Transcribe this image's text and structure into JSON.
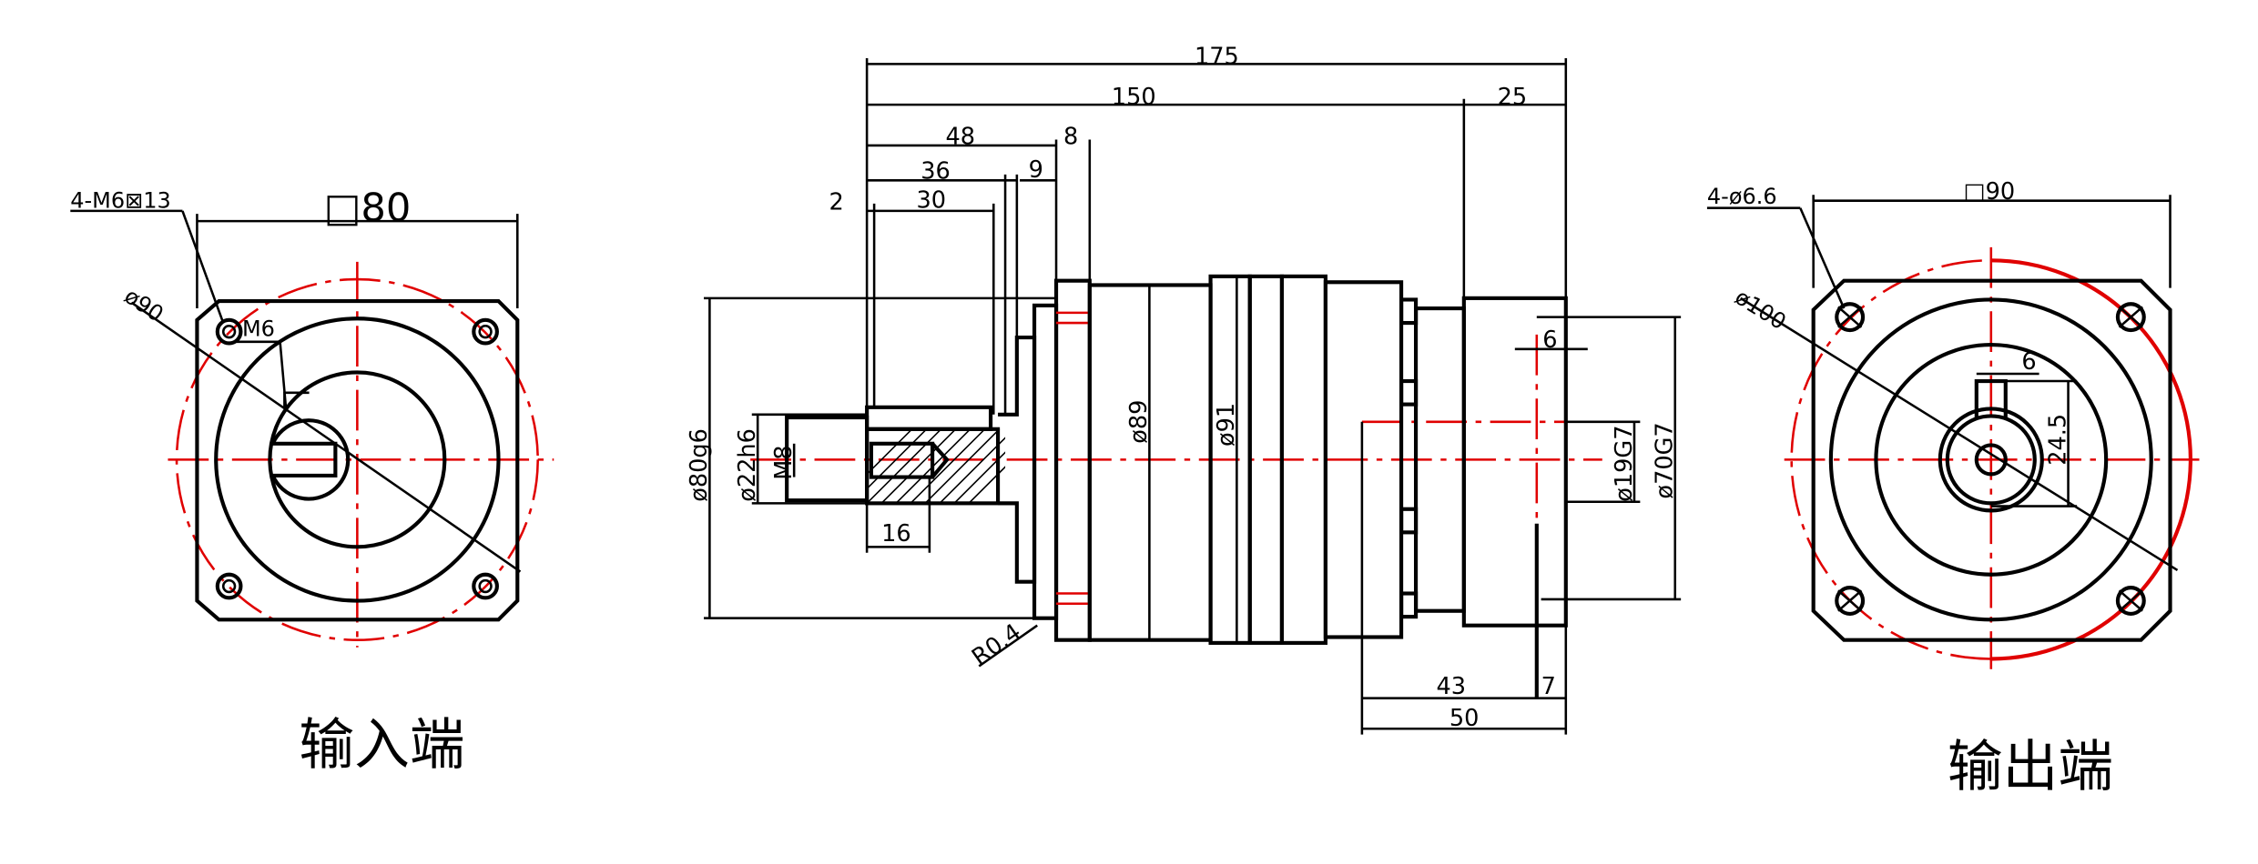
{
  "colors": {
    "line": "#000000",
    "centerline": "#e00000",
    "background": "#ffffff"
  },
  "input_view": {
    "caption": "输入端",
    "square": "□80",
    "bolt_circle": "ø90",
    "holes": "4-M6⊠13",
    "tap": "M6"
  },
  "side_view": {
    "overall_length": "175",
    "body_length": "150",
    "shaft_length": "25",
    "d48": "48",
    "d8": "8",
    "d36": "36",
    "d9": "9",
    "d2": "2",
    "d30": "30",
    "d16": "16",
    "pilot_dia": "ø80g6",
    "shaft_dia": "ø22h6",
    "thread": "M8",
    "radius": "R0.4",
    "body_dia1": "ø89",
    "body_dia2": "ø91",
    "key_width": "6",
    "out_shaft_dia": "ø19G7",
    "out_pilot_dia": "ø70G7",
    "d43": "43",
    "d7": "7",
    "d50": "50"
  },
  "output_view": {
    "caption": "输出端",
    "square": "□90",
    "bolt_circle": "ø100",
    "holes": "4-ø6.6",
    "key_width": "6",
    "key_height": "24.5"
  }
}
